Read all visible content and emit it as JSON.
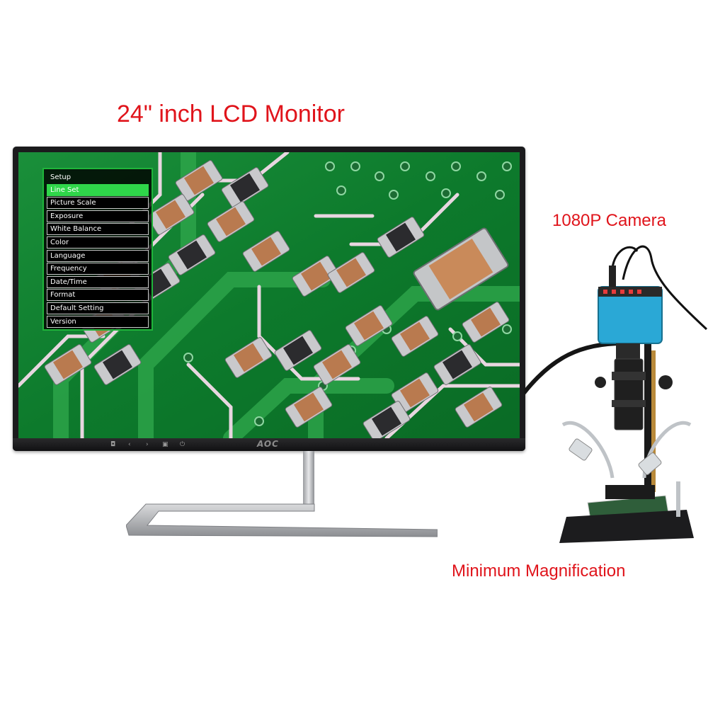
{
  "captions": {
    "monitor": "24\" inch LCD Monitor",
    "camera": "1080P Camera",
    "magnification": "Minimum Magnification"
  },
  "monitor": {
    "brand": "AOC",
    "controls": [
      "◘",
      "‹",
      "›",
      "▣",
      "⏻"
    ]
  },
  "osd_menu": {
    "title": "Setup",
    "items": [
      {
        "label": "Line Set",
        "selected": true
      },
      {
        "label": "Picture Scale",
        "selected": false
      },
      {
        "label": "Exposure",
        "selected": false
      },
      {
        "label": "White Balance",
        "selected": false
      },
      {
        "label": "Color",
        "selected": false
      },
      {
        "label": "Language",
        "selected": false
      },
      {
        "label": "Frequency",
        "selected": false
      },
      {
        "label": "Date/Time",
        "selected": false
      },
      {
        "label": "Format",
        "selected": false
      },
      {
        "label": "Default Setting",
        "selected": false
      },
      {
        "label": "Version",
        "selected": false
      }
    ]
  },
  "colors": {
    "caption": "#e0141b",
    "pcb_green": "#0f7a2c",
    "menu_border": "#1fb53a",
    "menu_selected": "#2fd64a",
    "camera_body": "#2aa8d6"
  }
}
